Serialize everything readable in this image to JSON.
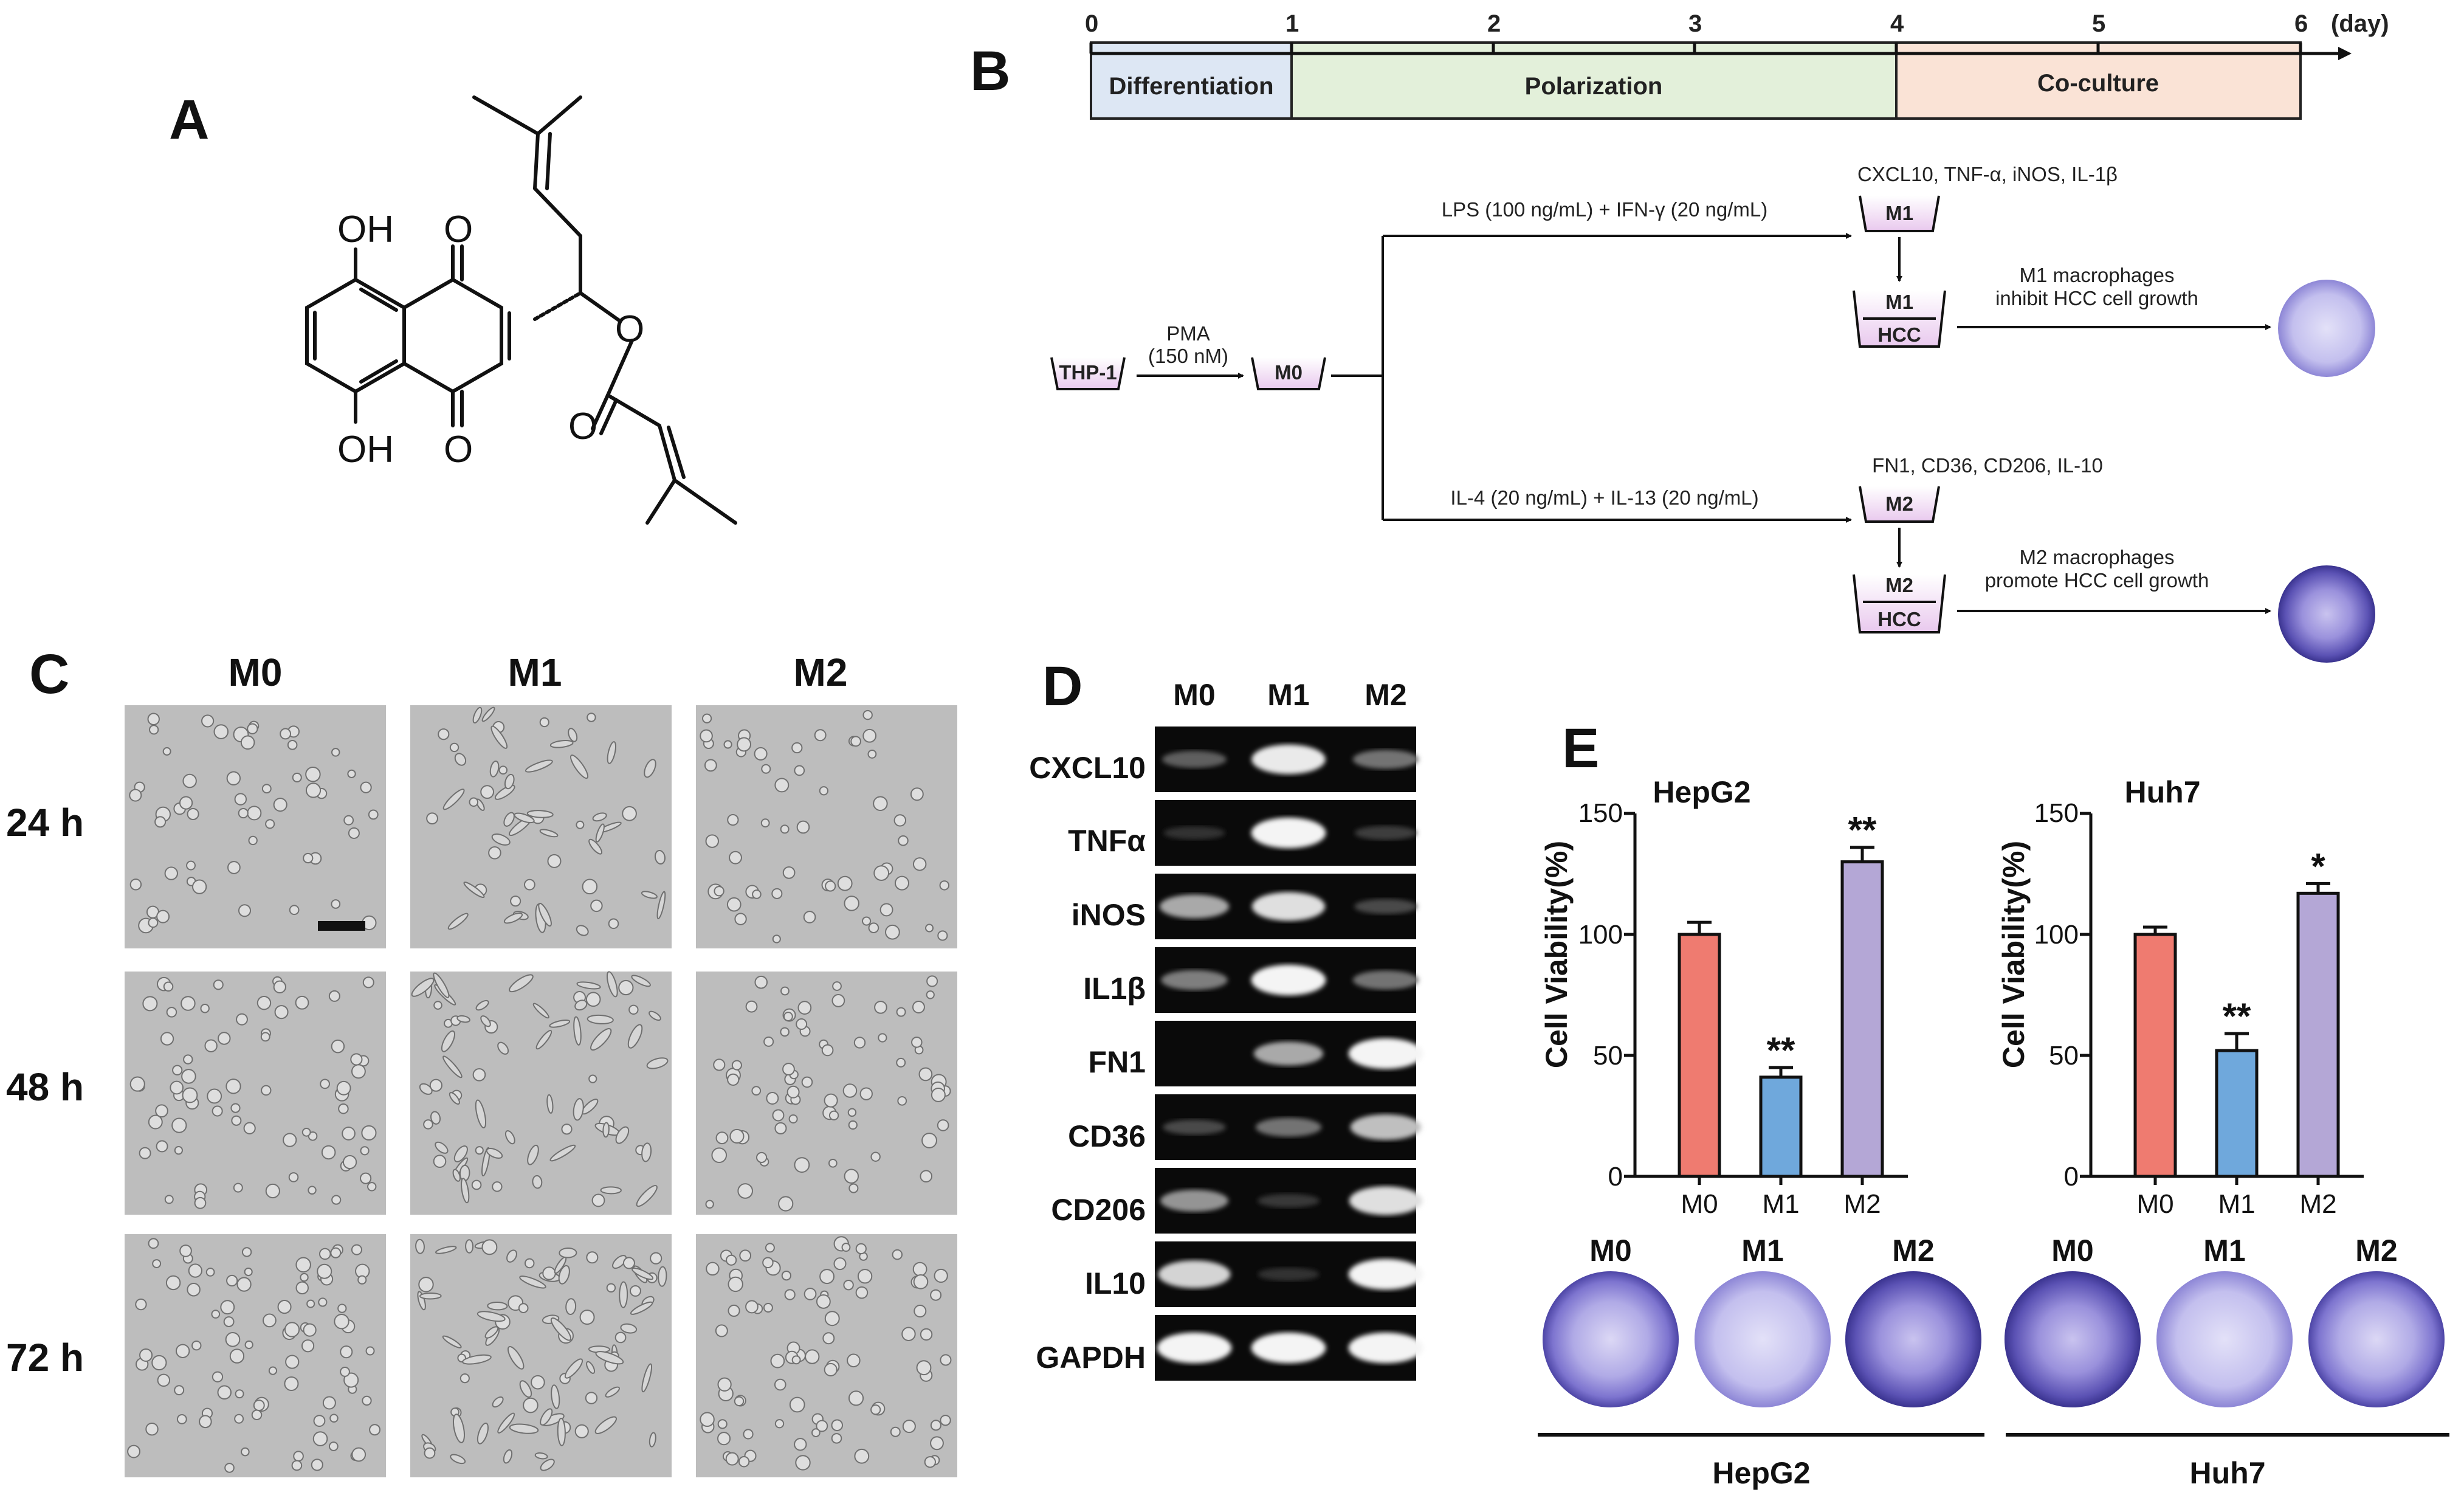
{
  "panel_labels": [
    "A",
    "B",
    "C",
    "D",
    "E"
  ],
  "panel_a": {
    "atoms": [
      "OH",
      "O",
      "OH",
      "O",
      "O",
      "O"
    ]
  },
  "panel_b": {
    "day_ticks": [
      "0",
      "1",
      "2",
      "3",
      "4",
      "5",
      "6"
    ],
    "day_unit": "(day)",
    "phases": [
      {
        "label": "Differentiation",
        "color": "#dde7f4"
      },
      {
        "label": "Polarization",
        "color": "#e3f0da"
      },
      {
        "label": "Co-culture",
        "color": "#fae3d6"
      }
    ],
    "start_cell": "THP-1",
    "pma_line1": "PMA",
    "pma_line2": "(150 nM)",
    "m0": "M0",
    "m1_treatment": "LPS (100 ng/mL) + IFN-γ  (20 ng/mL)",
    "m2_treatment": "IL-4  (20 ng/mL) + IL-13  (20 ng/mL)",
    "m1_markers": "CXCL10, TNF-α,  iNOS, IL-1β",
    "m2_markers": "FN1, CD36, CD206, IL-10",
    "m1": "M1",
    "m2": "M2",
    "hcc": "HCC",
    "m1_effect_line1": "M1 macrophages",
    "m1_effect_line2": "inhibit HCC cell growth",
    "m2_effect_line1": "M2 macrophages",
    "m2_effect_line2": "promote HCC cell growth"
  },
  "panel_c": {
    "columns": [
      "M0",
      "M1",
      "M2"
    ],
    "rows": [
      "24 h",
      "48 h",
      "72 h"
    ]
  },
  "panel_d": {
    "columns": [
      "M0",
      "M1",
      "M2"
    ],
    "bands": [
      "CXCL10",
      "TNFα",
      "iNOS",
      "IL1β",
      "FN1",
      "CD36",
      "CD206",
      "IL10",
      "GAPDH"
    ],
    "intensity": [
      [
        0.25,
        0.9,
        0.35
      ],
      [
        0.05,
        0.95,
        0.1
      ],
      [
        0.6,
        0.85,
        0.15
      ],
      [
        0.4,
        0.95,
        0.35
      ],
      [
        0.0,
        0.6,
        0.95
      ],
      [
        0.15,
        0.35,
        0.7
      ],
      [
        0.5,
        0.08,
        0.85
      ],
      [
        0.8,
        0.05,
        0.95
      ],
      [
        0.95,
        0.95,
        0.95
      ]
    ]
  },
  "panel_e": {
    "plate_row_labels": [
      "M0",
      "M1",
      "M2",
      "M0",
      "M1",
      "M2"
    ],
    "bottom_labels": [
      "HepG2",
      "Huh7"
    ]
  },
  "chart_data": [
    {
      "type": "bar",
      "title": "HepG2",
      "ylabel": "Cell Viability(%)",
      "categories": [
        "M0",
        "M1",
        "M2"
      ],
      "values": [
        100,
        41,
        130
      ],
      "errors": [
        5,
        4,
        6
      ],
      "significance": [
        "",
        "**",
        "**"
      ],
      "colors": [
        "#ef7b70",
        "#6fa8dc",
        "#b4a7d6"
      ],
      "ylim": [
        0,
        150
      ],
      "yticks": [
        "0",
        "50",
        "100",
        "150"
      ]
    },
    {
      "type": "bar",
      "title": "Huh7",
      "ylabel": "Cell Viability(%)",
      "categories": [
        "M0",
        "M1",
        "M2"
      ],
      "values": [
        100,
        52,
        117
      ],
      "errors": [
        3,
        7,
        4
      ],
      "significance": [
        "",
        "**",
        "*"
      ],
      "colors": [
        "#ef7b70",
        "#6fa8dc",
        "#b4a7d6"
      ],
      "ylim": [
        0,
        150
      ],
      "yticks": [
        "0",
        "50",
        "100",
        "150"
      ]
    }
  ]
}
